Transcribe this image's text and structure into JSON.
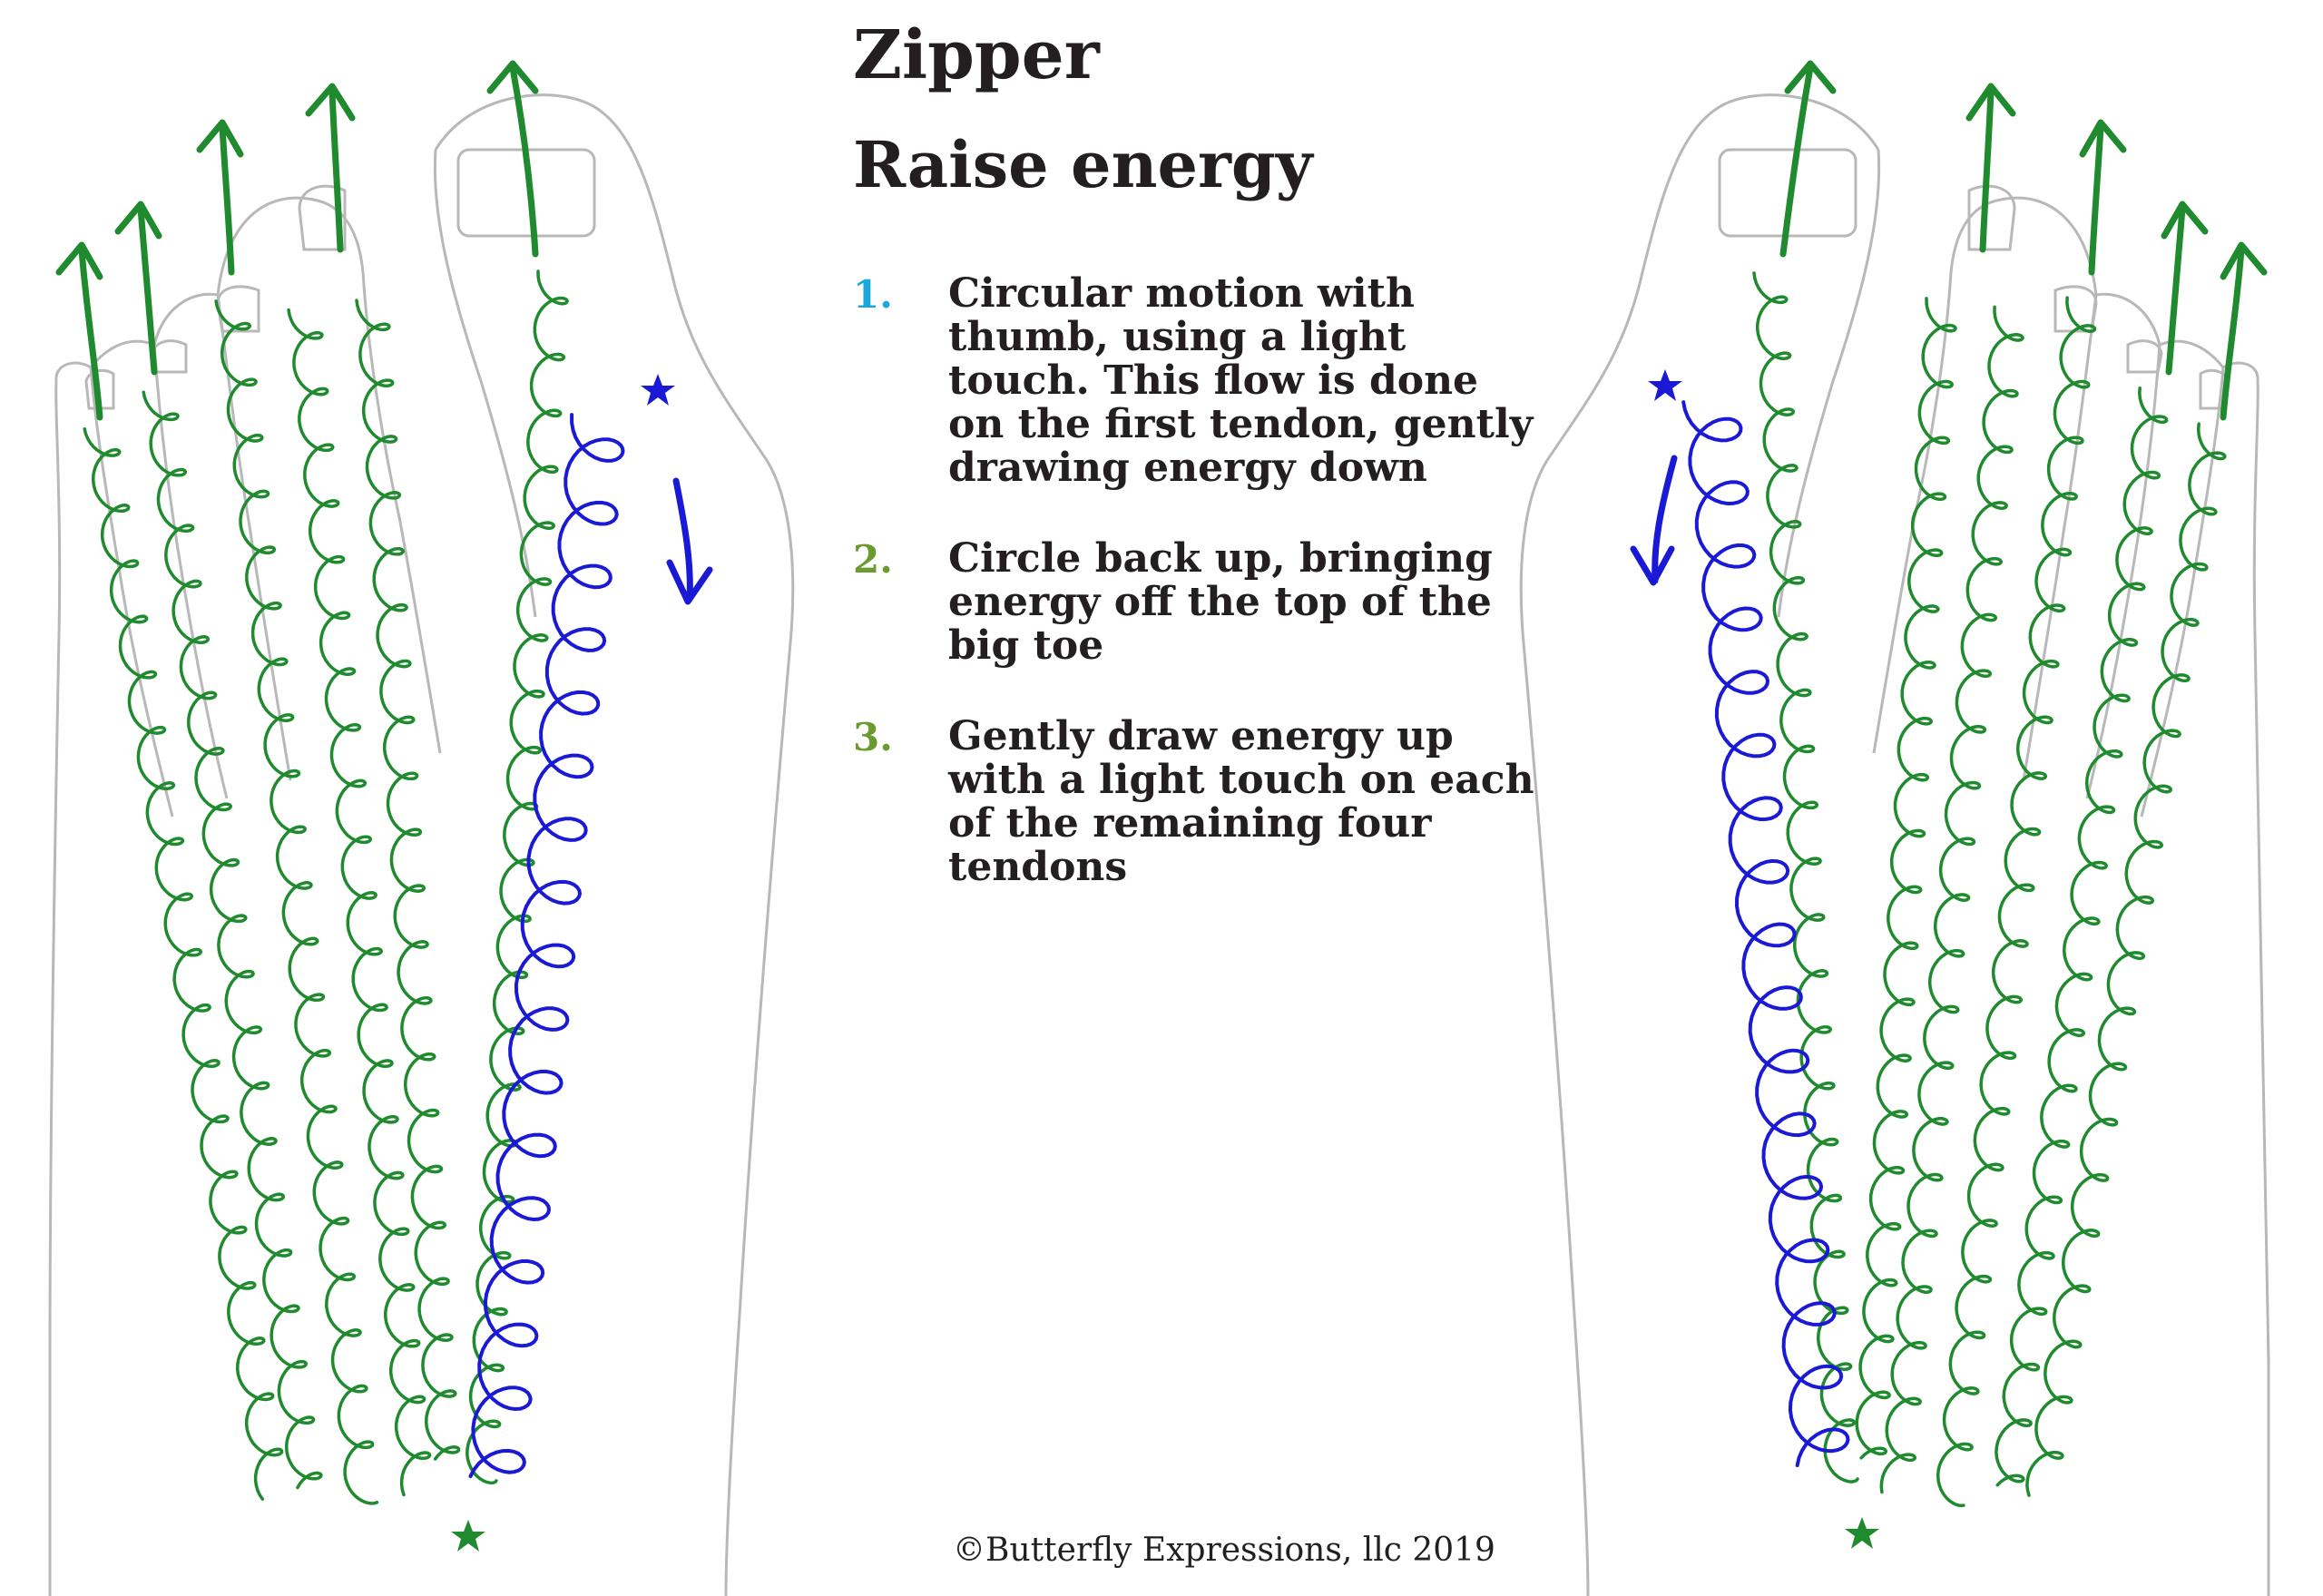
{
  "header": {
    "title": "Zipper",
    "subtitle": "Raise energy"
  },
  "steps": [
    {
      "number": "1.",
      "text": "Circular motion with thumb, using a light touch. This flow is done on the first tendon, gently drawing energy down",
      "color": "#1aa7e0"
    },
    {
      "number": "2.",
      "text": "Circle back up, bringing energy off the top of the big toe",
      "color": "#6b9a2e"
    },
    {
      "number": "3.",
      "text": "Gently draw energy up with a light touch on each of the remaining four tendons",
      "color": "#6b9a2e"
    }
  ],
  "footer": {
    "copyright": "©Butterfly Expressions, llc 2019"
  },
  "colors": {
    "energy_down": "#1a1ad6",
    "energy_up": "#1f8a2e",
    "foot_outline": "#b8b8b8"
  },
  "icons": [
    "star-icon",
    "arrow-up-icon",
    "arrow-down-icon",
    "spiral-icon"
  ]
}
